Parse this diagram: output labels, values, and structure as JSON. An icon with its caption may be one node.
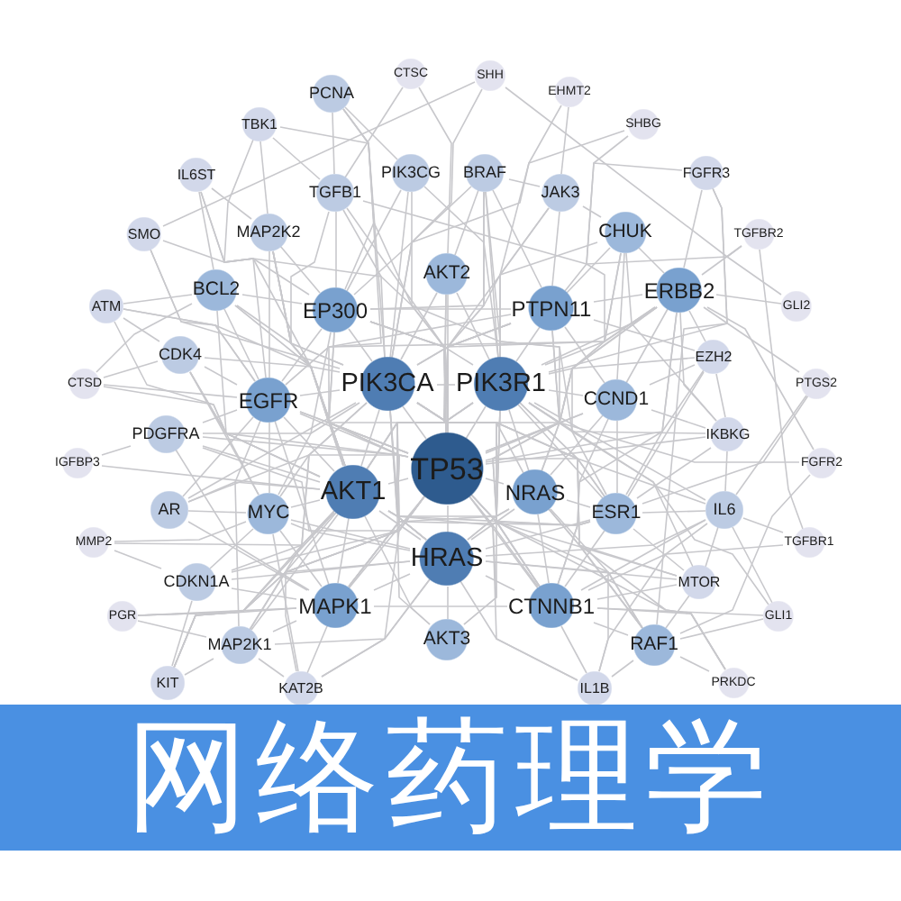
{
  "diagram": {
    "title": "网络药理学",
    "nodes": [
      {
        "text": [
          "CTSC"
        ]
      },
      {
        "text": [
          "SHH"
        ]
      },
      {
        "text": [
          "PCNA"
        ]
      },
      {
        "text": [
          "EHMT2"
        ]
      },
      {
        "text": [
          "TBK1"
        ]
      },
      {
        "text": [
          "SHBG"
        ]
      },
      {
        "text": [
          "IL6ST"
        ]
      },
      {
        "text": [
          "PIK3CG"
        ]
      },
      {
        "text": [
          "BRAF"
        ]
      },
      {
        "text": [
          "FGFR3"
        ]
      },
      {
        "text": [
          "TGFB1"
        ]
      },
      {
        "text": [
          "JAK3"
        ]
      },
      {
        "text": [
          "SMO"
        ]
      },
      {
        "text": [
          "MAP2K2"
        ]
      },
      {
        "text": [
          "CHUK"
        ]
      },
      {
        "text": [
          "TGFBR2"
        ]
      },
      {
        "text": [
          "AKT2"
        ]
      },
      {
        "text": [
          "BCL2"
        ]
      },
      {
        "text": [
          "ERBB2"
        ]
      },
      {
        "text": [
          "ATM"
        ]
      },
      {
        "text": [
          "EP300"
        ]
      },
      {
        "text": [
          "PTPN11"
        ]
      },
      {
        "text": [
          "GLI2"
        ]
      },
      {
        "text": [
          "CDK4"
        ]
      },
      {
        "text": [
          "EZH2"
        ]
      },
      {
        "text": [
          "CTSD"
        ]
      },
      {
        "text": [
          "PIK3CA"
        ]
      },
      {
        "text": [
          "PIK3R1"
        ]
      },
      {
        "text": [
          "PTGS2"
        ]
      },
      {
        "text": [
          "EGFR"
        ]
      },
      {
        "text": [
          "CCND1"
        ]
      },
      {
        "text": [
          "PDGFRA"
        ]
      },
      {
        "text": [
          "IKBKG"
        ]
      },
      {
        "text": [
          "IGFBP3"
        ]
      },
      {
        "text": [
          "FGFR2"
        ]
      },
      {
        "text": [
          "TP53"
        ]
      },
      {
        "text": [
          "NRAS"
        ]
      },
      {
        "text": [
          "AKT1"
        ]
      },
      {
        "text": [
          "AR"
        ]
      },
      {
        "text": [
          "IL6"
        ]
      },
      {
        "text": [
          "MYC"
        ]
      },
      {
        "text": [
          "ESR1"
        ]
      },
      {
        "text": [
          "MMP2"
        ]
      },
      {
        "text": [
          "TGFBR1"
        ]
      },
      {
        "text": [
          "HRAS"
        ]
      },
      {
        "text": [
          "CDKN1A"
        ]
      },
      {
        "text": [
          "MTOR"
        ]
      },
      {
        "text": [
          "MAPK1"
        ]
      },
      {
        "text": [
          "CTNNB1"
        ]
      },
      {
        "text": [
          "PGR"
        ]
      },
      {
        "text": [
          "GLI1"
        ]
      },
      {
        "text": [
          "AKT3"
        ]
      },
      {
        "text": [
          "RAF1"
        ]
      },
      {
        "text": [
          "MAP2K1"
        ]
      },
      {
        "text": [
          "KIT"
        ]
      },
      {
        "text": [
          "PRKDC"
        ]
      },
      {
        "text": [
          "KAT2B"
        ]
      },
      {
        "text": [
          "IL1B"
        ]
      }
    ],
    "edges": [
      {
        "from": 35,
        "to": 2,
        "arrow": "none"
      },
      {
        "from": 35,
        "to": 7,
        "arrow": "none"
      },
      {
        "from": 35,
        "to": 8,
        "arrow": "none"
      },
      {
        "from": 35,
        "to": 10,
        "arrow": "none"
      },
      {
        "from": 35,
        "to": 11,
        "arrow": "none"
      },
      {
        "from": 35,
        "to": 13,
        "arrow": "none"
      },
      {
        "from": 35,
        "to": 14,
        "arrow": "none"
      },
      {
        "from": 35,
        "to": 16,
        "arrow": "none"
      },
      {
        "from": 35,
        "to": 17,
        "arrow": "none"
      },
      {
        "from": 35,
        "to": 18,
        "arrow": "none"
      },
      {
        "from": 35,
        "to": 19,
        "arrow": "none"
      },
      {
        "from": 35,
        "to": 20,
        "arrow": "none"
      },
      {
        "from": 35,
        "to": 21,
        "arrow": "none"
      },
      {
        "from": 35,
        "to": 23,
        "arrow": "none"
      },
      {
        "from": 35,
        "to": 24,
        "arrow": "none"
      },
      {
        "from": 35,
        "to": 26,
        "arrow": "none"
      },
      {
        "from": 35,
        "to": 27,
        "arrow": "none"
      },
      {
        "from": 35,
        "to": 29,
        "arrow": "none"
      },
      {
        "from": 35,
        "to": 30,
        "arrow": "none"
      },
      {
        "from": 35,
        "to": 31,
        "arrow": "none"
      },
      {
        "from": 35,
        "to": 32,
        "arrow": "none"
      },
      {
        "from": 35,
        "to": 36,
        "arrow": "none"
      },
      {
        "from": 35,
        "to": 37,
        "arrow": "none"
      },
      {
        "from": 35,
        "to": 38,
        "arrow": "none"
      },
      {
        "from": 35,
        "to": 39,
        "arrow": "none"
      },
      {
        "from": 35,
        "to": 40,
        "arrow": "none"
      },
      {
        "from": 35,
        "to": 41,
        "arrow": "none"
      },
      {
        "from": 35,
        "to": 44,
        "arrow": "none"
      },
      {
        "from": 35,
        "to": 45,
        "arrow": "none"
      },
      {
        "from": 35,
        "to": 46,
        "arrow": "none"
      },
      {
        "from": 35,
        "to": 47,
        "arrow": "none"
      },
      {
        "from": 35,
        "to": 48,
        "arrow": "none"
      },
      {
        "from": 35,
        "to": 49,
        "arrow": "none"
      },
      {
        "from": 35,
        "to": 51,
        "arrow": "none"
      },
      {
        "from": 35,
        "to": 52,
        "arrow": "none"
      },
      {
        "from": 35,
        "to": 53,
        "arrow": "none"
      },
      {
        "from": 35,
        "to": 55,
        "arrow": "none"
      },
      {
        "from": 35,
        "to": 56,
        "arrow": "none"
      },
      {
        "from": 35,
        "to": 57,
        "arrow": "none"
      },
      {
        "from": 26,
        "to": 1,
        "arrow": "none"
      },
      {
        "from": 26,
        "to": 4,
        "arrow": "none"
      },
      {
        "from": 26,
        "to": 7,
        "arrow": "none"
      },
      {
        "from": 26,
        "to": 8,
        "arrow": "none"
      },
      {
        "from": 26,
        "to": 10,
        "arrow": "none"
      },
      {
        "from": 26,
        "to": 12,
        "arrow": "none"
      },
      {
        "from": 26,
        "to": 13,
        "arrow": "none"
      },
      {
        "from": 26,
        "to": 16,
        "arrow": "none"
      },
      {
        "from": 26,
        "to": 17,
        "arrow": "none"
      },
      {
        "from": 26,
        "to": 18,
        "arrow": "none"
      },
      {
        "from": 26,
        "to": 20,
        "arrow": "none"
      },
      {
        "from": 26,
        "to": 21,
        "arrow": "none"
      },
      {
        "from": 26,
        "to": 23,
        "arrow": "none"
      },
      {
        "from": 26,
        "to": 27,
        "arrow": "none"
      },
      {
        "from": 26,
        "to": 29,
        "arrow": "none"
      },
      {
        "from": 26,
        "to": 30,
        "arrow": "none"
      },
      {
        "from": 26,
        "to": 31,
        "arrow": "none"
      },
      {
        "from": 26,
        "to": 36,
        "arrow": "none"
      },
      {
        "from": 26,
        "to": 37,
        "arrow": "none"
      },
      {
        "from": 26,
        "to": 38,
        "arrow": "none"
      },
      {
        "from": 26,
        "to": 40,
        "arrow": "none"
      },
      {
        "from": 26,
        "to": 41,
        "arrow": "none"
      },
      {
        "from": 26,
        "to": 44,
        "arrow": "none"
      },
      {
        "from": 26,
        "to": 47,
        "arrow": "none"
      },
      {
        "from": 26,
        "to": 48,
        "arrow": "none"
      },
      {
        "from": 26,
        "to": 51,
        "arrow": "none"
      },
      {
        "from": 26,
        "to": 52,
        "arrow": "none"
      },
      {
        "from": 26,
        "to": 53,
        "arrow": "none"
      },
      {
        "from": 26,
        "to": 54,
        "arrow": "none"
      },
      {
        "from": 27,
        "to": 5,
        "arrow": "none"
      },
      {
        "from": 27,
        "to": 7,
        "arrow": "none"
      },
      {
        "from": 27,
        "to": 8,
        "arrow": "none"
      },
      {
        "from": 27,
        "to": 9,
        "arrow": "none"
      },
      {
        "from": 27,
        "to": 11,
        "arrow": "none"
      },
      {
        "from": 27,
        "to": 14,
        "arrow": "none"
      },
      {
        "from": 27,
        "to": 16,
        "arrow": "none"
      },
      {
        "from": 27,
        "to": 18,
        "arrow": "none"
      },
      {
        "from": 27,
        "to": 20,
        "arrow": "none"
      },
      {
        "from": 27,
        "to": 21,
        "arrow": "none"
      },
      {
        "from": 27,
        "to": 24,
        "arrow": "none"
      },
      {
        "from": 27,
        "to": 29,
        "arrow": "none"
      },
      {
        "from": 27,
        "to": 30,
        "arrow": "none"
      },
      {
        "from": 27,
        "to": 32,
        "arrow": "none"
      },
      {
        "from": 27,
        "to": 34,
        "arrow": "none"
      },
      {
        "from": 27,
        "to": 36,
        "arrow": "none"
      },
      {
        "from": 27,
        "to": 37,
        "arrow": "none"
      },
      {
        "from": 27,
        "to": 39,
        "arrow": "none"
      },
      {
        "from": 27,
        "to": 41,
        "arrow": "none"
      },
      {
        "from": 27,
        "to": 44,
        "arrow": "none"
      },
      {
        "from": 27,
        "to": 46,
        "arrow": "none"
      },
      {
        "from": 27,
        "to": 47,
        "arrow": "none"
      },
      {
        "from": 27,
        "to": 48,
        "arrow": "none"
      },
      {
        "from": 27,
        "to": 51,
        "arrow": "none"
      },
      {
        "from": 27,
        "to": 52,
        "arrow": "none"
      },
      {
        "from": 27,
        "to": 55,
        "arrow": "none"
      },
      {
        "from": 37,
        "to": 2,
        "arrow": "none"
      },
      {
        "from": 37,
        "to": 6,
        "arrow": "none"
      },
      {
        "from": 37,
        "to": 10,
        "arrow": "none"
      },
      {
        "from": 37,
        "to": 13,
        "arrow": "none"
      },
      {
        "from": 37,
        "to": 16,
        "arrow": "none"
      },
      {
        "from": 37,
        "to": 17,
        "arrow": "none"
      },
      {
        "from": 37,
        "to": 19,
        "arrow": "none"
      },
      {
        "from": 37,
        "to": 20,
        "arrow": "none"
      },
      {
        "from": 37,
        "to": 21,
        "arrow": "none"
      },
      {
        "from": 37,
        "to": 23,
        "arrow": "none"
      },
      {
        "from": 37,
        "to": 25,
        "arrow": "none"
      },
      {
        "from": 37,
        "to": 29,
        "arrow": "none"
      },
      {
        "from": 37,
        "to": 31,
        "arrow": "none"
      },
      {
        "from": 37,
        "to": 33,
        "arrow": "none"
      },
      {
        "from": 37,
        "to": 36,
        "arrow": "none"
      },
      {
        "from": 37,
        "to": 38,
        "arrow": "none"
      },
      {
        "from": 37,
        "to": 40,
        "arrow": "none"
      },
      {
        "from": 37,
        "to": 41,
        "arrow": "none"
      },
      {
        "from": 37,
        "to": 42,
        "arrow": "none"
      },
      {
        "from": 37,
        "to": 44,
        "arrow": "none"
      },
      {
        "from": 37,
        "to": 45,
        "arrow": "none"
      },
      {
        "from": 37,
        "to": 47,
        "arrow": "none"
      },
      {
        "from": 37,
        "to": 48,
        "arrow": "none"
      },
      {
        "from": 37,
        "to": 49,
        "arrow": "none"
      },
      {
        "from": 37,
        "to": 51,
        "arrow": "none"
      },
      {
        "from": 37,
        "to": 53,
        "arrow": "none"
      },
      {
        "from": 37,
        "to": 54,
        "arrow": "none"
      },
      {
        "from": 37,
        "to": 56,
        "arrow": "none"
      },
      {
        "from": 44,
        "to": 8,
        "arrow": "none"
      },
      {
        "from": 44,
        "to": 13,
        "arrow": "none"
      },
      {
        "from": 44,
        "to": 16,
        "arrow": "none"
      },
      {
        "from": 44,
        "to": 18,
        "arrow": "none"
      },
      {
        "from": 44,
        "to": 20,
        "arrow": "none"
      },
      {
        "from": 44,
        "to": 21,
        "arrow": "none"
      },
      {
        "from": 44,
        "to": 29,
        "arrow": "none"
      },
      {
        "from": 44,
        "to": 31,
        "arrow": "none"
      },
      {
        "from": 44,
        "to": 36,
        "arrow": "none"
      },
      {
        "from": 44,
        "to": 39,
        "arrow": "none"
      },
      {
        "from": 44,
        "to": 40,
        "arrow": "none"
      },
      {
        "from": 44,
        "to": 41,
        "arrow": "none"
      },
      {
        "from": 44,
        "to": 45,
        "arrow": "none"
      },
      {
        "from": 44,
        "to": 46,
        "arrow": "none"
      },
      {
        "from": 44,
        "to": 47,
        "arrow": "none"
      },
      {
        "from": 44,
        "to": 48,
        "arrow": "none"
      },
      {
        "from": 44,
        "to": 51,
        "arrow": "none"
      },
      {
        "from": 44,
        "to": 52,
        "arrow": "none"
      },
      {
        "from": 44,
        "to": 53,
        "arrow": "none"
      },
      {
        "from": 44,
        "to": 54,
        "arrow": "none"
      },
      {
        "from": 44,
        "to": 56,
        "arrow": "none"
      },
      {
        "from": 44,
        "to": 57,
        "arrow": "none"
      },
      {
        "from": 20,
        "to": 2,
        "arrow": "none"
      },
      {
        "from": 20,
        "to": 4,
        "arrow": "none"
      },
      {
        "from": 20,
        "to": 7,
        "arrow": "none"
      },
      {
        "from": 20,
        "to": 10,
        "arrow": "none"
      },
      {
        "from": 20,
        "to": 13,
        "arrow": "none"
      },
      {
        "from": 20,
        "to": 14,
        "arrow": "none"
      },
      {
        "from": 20,
        "to": 17,
        "arrow": "none"
      },
      {
        "from": 20,
        "to": 21,
        "arrow": "none"
      },
      {
        "from": 20,
        "to": 29,
        "arrow": "none"
      },
      {
        "from": 20,
        "to": 40,
        "arrow": "none"
      },
      {
        "from": 20,
        "to": 41,
        "arrow": "none"
      },
      {
        "from": 20,
        "to": 48,
        "arrow": "none"
      },
      {
        "from": 21,
        "to": 8,
        "arrow": "none"
      },
      {
        "from": 21,
        "to": 9,
        "arrow": "none"
      },
      {
        "from": 21,
        "to": 11,
        "arrow": "none"
      },
      {
        "from": 21,
        "to": 14,
        "arrow": "none"
      },
      {
        "from": 21,
        "to": 18,
        "arrow": "none"
      },
      {
        "from": 21,
        "to": 24,
        "arrow": "none"
      },
      {
        "from": 21,
        "to": 29,
        "arrow": "none"
      },
      {
        "from": 21,
        "to": 30,
        "arrow": "none"
      },
      {
        "from": 21,
        "to": 36,
        "arrow": "none"
      },
      {
        "from": 21,
        "to": 47,
        "arrow": "none"
      },
      {
        "from": 18,
        "to": 9,
        "arrow": "none"
      },
      {
        "from": 18,
        "to": 14,
        "arrow": "none"
      },
      {
        "from": 18,
        "to": 15,
        "arrow": "none"
      },
      {
        "from": 18,
        "to": 22,
        "arrow": "none"
      },
      {
        "from": 18,
        "to": 24,
        "arrow": "none"
      },
      {
        "from": 18,
        "to": 28,
        "arrow": "none"
      },
      {
        "from": 18,
        "to": 29,
        "arrow": "none"
      },
      {
        "from": 18,
        "to": 30,
        "arrow": "none"
      },
      {
        "from": 18,
        "to": 32,
        "arrow": "none"
      },
      {
        "from": 18,
        "to": 41,
        "arrow": "none"
      },
      {
        "from": 18,
        "to": 48,
        "arrow": "none"
      },
      {
        "from": 29,
        "to": 6,
        "arrow": "none"
      },
      {
        "from": 29,
        "to": 12,
        "arrow": "none"
      },
      {
        "from": 29,
        "to": 13,
        "arrow": "none"
      },
      {
        "from": 29,
        "to": 17,
        "arrow": "none"
      },
      {
        "from": 29,
        "to": 19,
        "arrow": "none"
      },
      {
        "from": 29,
        "to": 23,
        "arrow": "none"
      },
      {
        "from": 29,
        "to": 25,
        "arrow": "none"
      },
      {
        "from": 29,
        "to": 31,
        "arrow": "none"
      },
      {
        "from": 29,
        "to": 38,
        "arrow": "none"
      },
      {
        "from": 29,
        "to": 40,
        "arrow": "none"
      },
      {
        "from": 29,
        "to": 47,
        "arrow": "none"
      },
      {
        "from": 29,
        "to": 53,
        "arrow": "none"
      },
      {
        "from": 36,
        "to": 8,
        "arrow": "none"
      },
      {
        "from": 36,
        "to": 30,
        "arrow": "none"
      },
      {
        "from": 36,
        "to": 41,
        "arrow": "none"
      },
      {
        "from": 36,
        "to": 46,
        "arrow": "none"
      },
      {
        "from": 36,
        "to": 47,
        "arrow": "none"
      },
      {
        "from": 36,
        "to": 48,
        "arrow": "none"
      },
      {
        "from": 36,
        "to": 52,
        "arrow": "none"
      },
      {
        "from": 36,
        "to": 57,
        "arrow": "none"
      },
      {
        "from": 47,
        "to": 31,
        "arrow": "none"
      },
      {
        "from": 47,
        "to": 38,
        "arrow": "none"
      },
      {
        "from": 47,
        "to": 40,
        "arrow": "none"
      },
      {
        "from": 47,
        "to": 45,
        "arrow": "none"
      },
      {
        "from": 47,
        "to": 48,
        "arrow": "none"
      },
      {
        "from": 47,
        "to": 49,
        "arrow": "none"
      },
      {
        "from": 47,
        "to": 53,
        "arrow": "none"
      },
      {
        "from": 47,
        "to": 54,
        "arrow": "none"
      },
      {
        "from": 47,
        "to": 56,
        "arrow": "none"
      },
      {
        "from": 48,
        "to": 30,
        "arrow": "none"
      },
      {
        "from": 48,
        "to": 39,
        "arrow": "none"
      },
      {
        "from": 48,
        "to": 41,
        "arrow": "none"
      },
      {
        "from": 48,
        "to": 46,
        "arrow": "none"
      },
      {
        "from": 48,
        "to": 50,
        "arrow": "none"
      },
      {
        "from": 48,
        "to": 52,
        "arrow": "none"
      },
      {
        "from": 48,
        "to": 55,
        "arrow": "none"
      },
      {
        "from": 48,
        "to": 57,
        "arrow": "none"
      },
      {
        "from": 40,
        "to": 17,
        "arrow": "none"
      },
      {
        "from": 40,
        "to": 23,
        "arrow": "none"
      },
      {
        "from": 40,
        "to": 38,
        "arrow": "none"
      },
      {
        "from": 40,
        "to": 42,
        "arrow": "none"
      },
      {
        "from": 40,
        "to": 45,
        "arrow": "none"
      },
      {
        "from": 41,
        "to": 5,
        "arrow": "none"
      },
      {
        "from": 41,
        "to": 24,
        "arrow": "none"
      },
      {
        "from": 41,
        "to": 28,
        "arrow": "none"
      },
      {
        "from": 41,
        "to": 30,
        "arrow": "none"
      },
      {
        "from": 41,
        "to": 32,
        "arrow": "none"
      },
      {
        "from": 41,
        "to": 39,
        "arrow": "none"
      },
      {
        "from": 41,
        "to": 46,
        "arrow": "none"
      },
      {
        "from": 41,
        "to": 49,
        "arrow": "none"
      },
      {
        "from": 30,
        "to": 14,
        "arrow": "none"
      },
      {
        "from": 30,
        "to": 24,
        "arrow": "none"
      },
      {
        "from": 30,
        "to": 32,
        "arrow": "none"
      },
      {
        "from": 1,
        "to": 12,
        "arrow": "none"
      },
      {
        "from": 1,
        "to": 22,
        "arrow": "none"
      },
      {
        "from": 12,
        "to": 50,
        "arrow": "none"
      },
      {
        "from": 3,
        "to": 20,
        "arrow": "none"
      },
      {
        "from": 3,
        "to": 11,
        "arrow": "none"
      },
      {
        "from": 0,
        "to": 10,
        "arrow": "none"
      },
      {
        "from": 0,
        "to": 16,
        "arrow": "none"
      },
      {
        "from": 15,
        "to": 10,
        "arrow": "none"
      },
      {
        "from": 15,
        "to": 43,
        "arrow": "none"
      },
      {
        "from": 43,
        "to": 39,
        "arrow": "none"
      },
      {
        "from": 43,
        "to": 48,
        "arrow": "none"
      },
      {
        "from": 28,
        "to": 39,
        "arrow": "none"
      },
      {
        "from": 34,
        "to": 52,
        "arrow": "none"
      },
      {
        "from": 34,
        "to": 18,
        "arrow": "none"
      },
      {
        "from": 9,
        "to": 52,
        "arrow": "none"
      },
      {
        "from": 50,
        "to": 52,
        "arrow": "none"
      },
      {
        "from": 50,
        "to": 39,
        "arrow": "none"
      },
      {
        "from": 55,
        "to": 52,
        "arrow": "none"
      },
      {
        "from": 42,
        "to": 45,
        "arrow": "none"
      },
      {
        "from": 49,
        "to": 53,
        "arrow": "none"
      },
      {
        "from": 25,
        "to": 17,
        "arrow": "none"
      },
      {
        "from": 25,
        "to": 23,
        "arrow": "none"
      },
      {
        "from": 33,
        "to": 31,
        "arrow": "none"
      },
      {
        "from": 19,
        "to": 17,
        "arrow": "none"
      },
      {
        "from": 19,
        "to": 23,
        "arrow": "none"
      },
      {
        "from": 6,
        "to": 13,
        "arrow": "none"
      },
      {
        "from": 6,
        "to": 17,
        "arrow": "none"
      },
      {
        "from": 4,
        "to": 10,
        "arrow": "none"
      },
      {
        "from": 4,
        "to": 13,
        "arrow": "none"
      },
      {
        "from": 54,
        "to": 53,
        "arrow": "none"
      },
      {
        "from": 54,
        "to": 45,
        "arrow": "none"
      },
      {
        "from": 56,
        "to": 53,
        "arrow": "none"
      },
      {
        "from": 56,
        "to": 40,
        "arrow": "none"
      },
      {
        "from": 57,
        "to": 52,
        "arrow": "none"
      },
      {
        "from": 57,
        "to": 39,
        "arrow": "none"
      },
      {
        "from": 39,
        "to": 46,
        "arrow": "none"
      },
      {
        "from": 39,
        "to": 32,
        "arrow": "none"
      },
      {
        "from": 46,
        "to": 52,
        "arrow": "none"
      },
      {
        "from": 32,
        "to": 14,
        "arrow": "none"
      },
      {
        "from": 32,
        "to": 24,
        "arrow": "none"
      },
      {
        "from": 2,
        "to": 10,
        "arrow": "none"
      },
      {
        "from": 2,
        "to": 7,
        "arrow": "none"
      },
      {
        "from": 8,
        "to": 11,
        "arrow": "none"
      },
      {
        "from": 8,
        "to": 16,
        "arrow": "none"
      },
      {
        "from": 11,
        "to": 14,
        "arrow": "none"
      }
    ]
  }
}
